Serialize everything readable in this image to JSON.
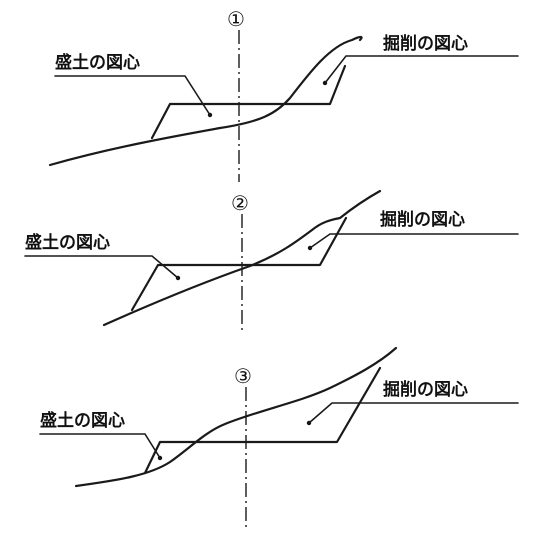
{
  "diagrams": [
    {
      "number": "①",
      "fill_label": "盛土の図心",
      "cut_label": "掘削の図心"
    },
    {
      "number": "②",
      "fill_label": "盛土の図心",
      "cut_label": "掘削の図心"
    },
    {
      "number": "③",
      "fill_label": "盛土の図心",
      "cut_label": "掘削の図心"
    }
  ]
}
